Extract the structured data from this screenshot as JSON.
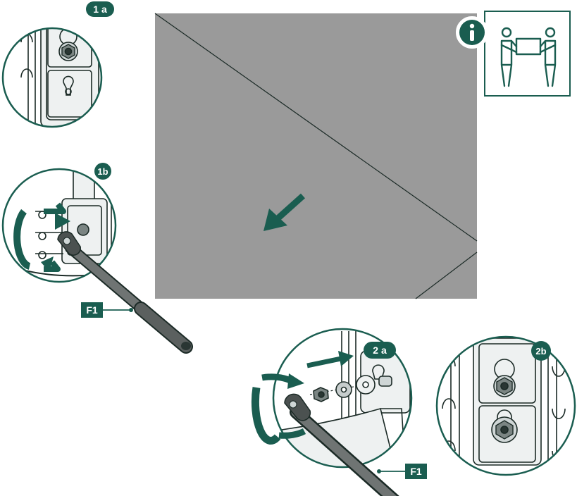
{
  "panels": {
    "step_1a": {
      "badge": "1 a"
    },
    "step_1b": {
      "badge": "1b"
    },
    "step_2a": {
      "badge": "2 a"
    },
    "step_2b": {
      "badge": "2b"
    }
  },
  "tool_labels": {
    "upper": "F1",
    "lower": "F1"
  },
  "info_panel": {
    "icon": "info-icon",
    "people": "two-person-lift-icon"
  },
  "colors": {
    "accent": "#1a5d50",
    "panel_gray": "#9a9a9a",
    "line": "#1b2a26",
    "metal_light": "#e9ecec"
  }
}
